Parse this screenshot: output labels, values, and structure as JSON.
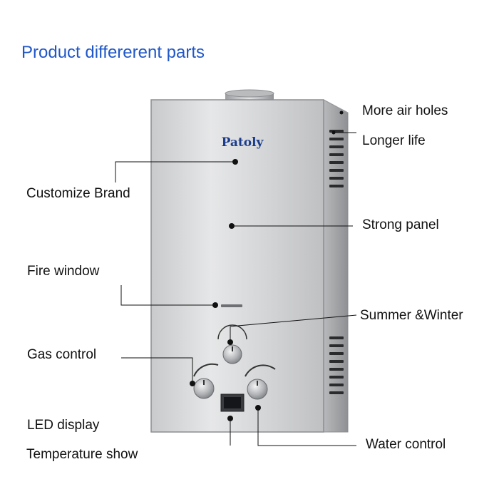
{
  "title": "Product differerent parts",
  "brand": "Patoly",
  "labels": {
    "more_air_holes": "More air holes",
    "longer_life": "Longer life",
    "customize_brand": "Customize Brand",
    "strong_panel": "Strong panel",
    "fire_window": "Fire window",
    "summer_winter": "Summer &Winter",
    "gas_control": "Gas control",
    "led_display": "LED display",
    "temperature_show": "Temperature show",
    "water_control": "Water control"
  },
  "colors": {
    "title": "#1f57c8",
    "panel_light": "#d9dadc",
    "panel_dark": "#a9abae",
    "brand": "#1a3c8c"
  }
}
